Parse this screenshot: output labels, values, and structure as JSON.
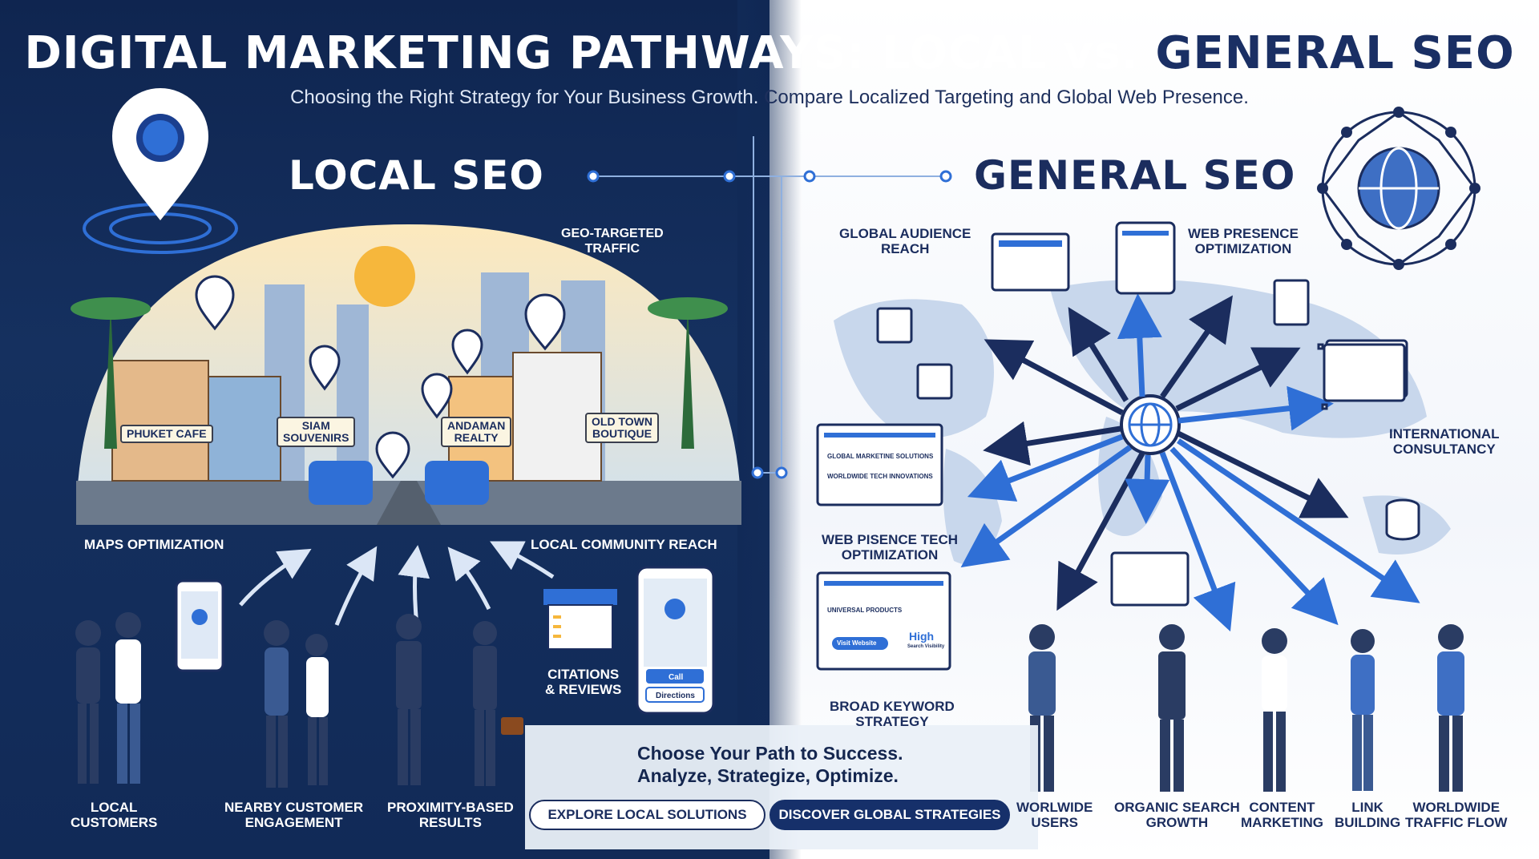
{
  "header": {
    "title_left": "DIGITAL MARKETING PATHWAYS: LOCAL vs.",
    "title_right": " GENERAL SEO",
    "subtitle_left": "Choosing the Right Strategy for Your Business Growth. ",
    "subtitle_right": "Compare Localized Targeting and Global Web Presence."
  },
  "local": {
    "section_title": "LOCAL SEO",
    "geo_traffic": "GEO-TARGETED\nTRAFFIC",
    "shop_signs": [
      "PHUKET CAFE",
      "SIAM\nSOUVENIRS",
      "ANDAMAN\nREALTY",
      "OLD TOWN\nBOUTIQUE"
    ],
    "maps_optimization": "MAPS OPTIMIZATION",
    "community_reach": "LOCAL COMMUNITY REACH",
    "citations": "CITATIONS\n& REVIEWS",
    "phone_call": "Call",
    "phone_directions": "Directions",
    "bottom_labels": [
      "LOCAL\nCUSTOMERS",
      "NEARBY CUSTOMER\nENGAGEMENT",
      "PROXIMITY-BASED\nRESULTS"
    ]
  },
  "general": {
    "section_title": "GENERAL SEO",
    "global_reach": "GLOBAL AUDIENCE\nREACH",
    "web_presence": "WEB PRESENCE\nOPTIMIZATION",
    "international": "INTERNATIONAL\nCONSULTANCY",
    "web_pisence": "WEB PISENCE TECH\nOPTIMIZATION",
    "broad_keyword": "BROAD KEYWORD\nSTRATEGY",
    "screen1_line1": "GLOBAL MARKETINE SOLUTIONS",
    "screen1_line2": "WORLDWIDE TECH INNOVATIONS",
    "screen2_line1": "UNIVERSAL PRODUCTS",
    "screen2_button": "Visit Website",
    "screen2_high": "High",
    "screen2_high_sub": "Search Visibility",
    "bottom_labels": [
      "WORLWIDE\nUSERS",
      "ORGANIC SEARCH\nGROWTH",
      "CONTENT\nMARKETING",
      "LINK\nBUILDING",
      "WORLDWIDE\nTRAFFIC FLOW"
    ]
  },
  "cta": {
    "line1": "Choose Your Path to Success.",
    "line2": "Analyze, Strategize, Optimize.",
    "btn_local": "EXPLORE LOCAL SOLUTIONS",
    "btn_global": "DISCOVER GLOBAL STRATEGIES"
  },
  "colors": {
    "navy": "#112a57",
    "accent_blue": "#2f6fd6",
    "dark_text": "#1b2d5e",
    "sun": "#f6b73c"
  }
}
